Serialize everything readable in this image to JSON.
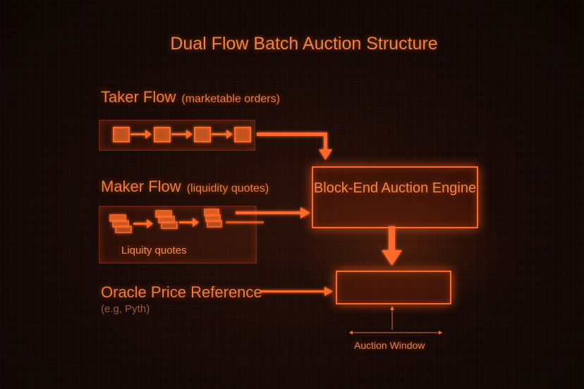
{
  "title": "Dual Flow Batch Auction Structure",
  "taker": {
    "label": "Taker Flow",
    "note": "(marketable orders)"
  },
  "maker": {
    "label": "Maker Flow",
    "note": "(liquidity quotes)",
    "panel_label": "Liquity quotes"
  },
  "engine": {
    "label": "Block-End Auction Engine"
  },
  "oracle": {
    "label": "Oracle Price Reference",
    "note": "(e.g, Pyth)"
  },
  "auction_window": {
    "label": "Auction Window"
  },
  "colors": {
    "accent": "#ff6a2a",
    "text": "#f07a3a",
    "muted": "#9a5a3c",
    "background": "#150907"
  }
}
